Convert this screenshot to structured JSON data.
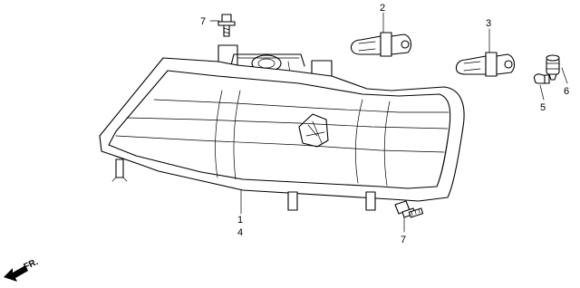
{
  "callouts": {
    "headlight_unit": "1",
    "low_beam_bulb": "2",
    "high_beam_bulb": "3",
    "headlight_housing": "4",
    "side_marker_bulb": "5",
    "bulb_socket": "6",
    "bolt_top": "7",
    "bolt_bottom": "7"
  },
  "direction_arrow": {
    "label": "FR."
  },
  "icons": [
    "headlight-assembly-icon",
    "bulb-icon",
    "bolt-icon",
    "socket-icon",
    "arrow-left-icon"
  ]
}
